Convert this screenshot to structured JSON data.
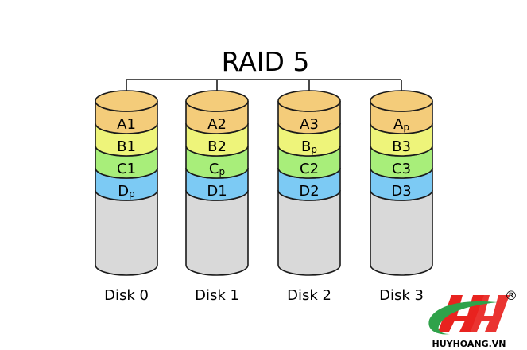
{
  "title": "RAID 5",
  "colors": {
    "A": "#f4cc7a",
    "B": "#eef47a",
    "C": "#a8ee7a",
    "D": "#7ccaf4",
    "empty": "#d9d9d9",
    "stroke": "#1a1a1a",
    "logo_red": "#e8231f",
    "logo_green": "#2fa24a"
  },
  "disks": [
    {
      "name": "Disk 0",
      "blocks": [
        {
          "row": "A",
          "label": "A",
          "sub": "1"
        },
        {
          "row": "B",
          "label": "B",
          "sub": "1"
        },
        {
          "row": "C",
          "label": "C",
          "sub": "1"
        },
        {
          "row": "D",
          "label": "D",
          "sub": "p",
          "parity": true
        }
      ]
    },
    {
      "name": "Disk 1",
      "blocks": [
        {
          "row": "A",
          "label": "A",
          "sub": "2"
        },
        {
          "row": "B",
          "label": "B",
          "sub": "2"
        },
        {
          "row": "C",
          "label": "C",
          "sub": "p",
          "parity": true
        },
        {
          "row": "D",
          "label": "D",
          "sub": "1"
        }
      ]
    },
    {
      "name": "Disk 2",
      "blocks": [
        {
          "row": "A",
          "label": "A",
          "sub": "3"
        },
        {
          "row": "B",
          "label": "B",
          "sub": "p",
          "parity": true
        },
        {
          "row": "C",
          "label": "C",
          "sub": "2"
        },
        {
          "row": "D",
          "label": "D",
          "sub": "2"
        }
      ]
    },
    {
      "name": "Disk 3",
      "blocks": [
        {
          "row": "A",
          "label": "A",
          "sub": "p",
          "parity": true
        },
        {
          "row": "B",
          "label": "B",
          "sub": "3"
        },
        {
          "row": "C",
          "label": "C",
          "sub": "3"
        },
        {
          "row": "D",
          "label": "D",
          "sub": "3"
        }
      ]
    }
  ],
  "watermark": {
    "text": "HUYHOANG.VN",
    "registered": "®"
  }
}
